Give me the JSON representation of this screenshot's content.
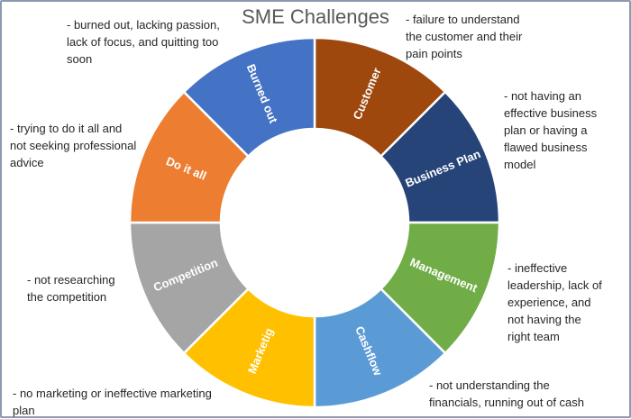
{
  "title": "SME Challenges",
  "chart_data": {
    "type": "pie",
    "variant": "donut",
    "title": "SME Challenges",
    "start_angle_deg": 0,
    "direction": "clockwise",
    "categories": [
      "Customer",
      "Business Plan",
      "Management",
      "Cashflow",
      "Marketig",
      "Competition",
      "Do it all",
      "Burned out"
    ],
    "values": [
      1,
      1,
      1,
      1,
      1,
      1,
      1,
      1
    ],
    "colors": [
      "#9e480e",
      "#264478",
      "#70ad47",
      "#5b9bd5",
      "#ffc000",
      "#a5a5a5",
      "#ed7d31",
      "#4472c4"
    ]
  },
  "segments": [
    {
      "label": "Customer",
      "color": "#9e480e",
      "note": [
        "- failure to understand",
        "the customer and their",
        "pain points"
      ]
    },
    {
      "label": "Business Plan",
      "color": "#264478",
      "note": [
        "- not having an",
        "effective business",
        "plan or having a",
        "flawed business",
        "model"
      ]
    },
    {
      "label": "Management",
      "color": "#70ad47",
      "note": [
        "- ineffective",
        "leadership, lack of",
        "experience, and",
        "not having the",
        "right team"
      ]
    },
    {
      "label": "Cashflow",
      "color": "#5b9bd5",
      "note": [
        "- not understanding the",
        "financials, running out of cash"
      ]
    },
    {
      "label": "Marketig",
      "color": "#ffc000",
      "note": [
        "- no marketing or ineffective marketing",
        "plan"
      ]
    },
    {
      "label": "Competition",
      "color": "#a5a5a5",
      "note": [
        "- not researching",
        "the competition"
      ]
    },
    {
      "label": "Do it all",
      "color": "#ed7d31",
      "note": [
        "- trying to do it all and",
        "not seeking professional",
        "advice"
      ]
    },
    {
      "label": "Burned out",
      "color": "#4472c4",
      "note": [
        "- burned out, lacking passion,",
        "lack of focus, and quitting too",
        "soon"
      ]
    }
  ]
}
